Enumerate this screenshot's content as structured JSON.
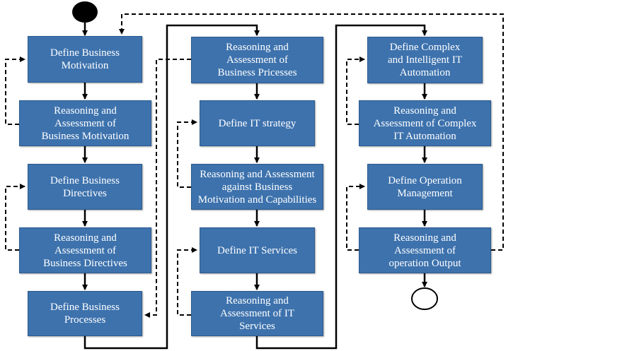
{
  "colors": {
    "box_fill": "#3d72ad",
    "box_border": "#2c5a8e",
    "box_text": "#ffffff",
    "arrow": "#000000"
  },
  "nodes": {
    "start": {
      "shape": "filled-circle"
    },
    "end": {
      "shape": "hollow-circle"
    },
    "b1": "Define Business\nMotivation",
    "b2": "Reasoning and\nAssessment of\nBusiness Motivation",
    "b3": "Define Business\nDirectives",
    "b4": "Reasoning and\nAssessment of\nBusiness Directives",
    "b5": "Define Business\nProcesses",
    "c1": "Reasoning and\nAssessment of\nBusiness Pricesses",
    "c2": "Define IT strategy",
    "c3": "Reasoning and Assessment\nagainst Business\nMotivation and Capabilities",
    "c4": "Define IT Services",
    "c5": "Reasoning and\nAssessment of IT\nServices",
    "d1": "Define Complex\nand Intelligent IT\nAutomation",
    "d2": "Reasoning and\nAssessment of Complex\nIT Automation",
    "d3": "Define Operation\nManagement",
    "d4": "Reasoning and\nAssessment of\noperation Output"
  }
}
